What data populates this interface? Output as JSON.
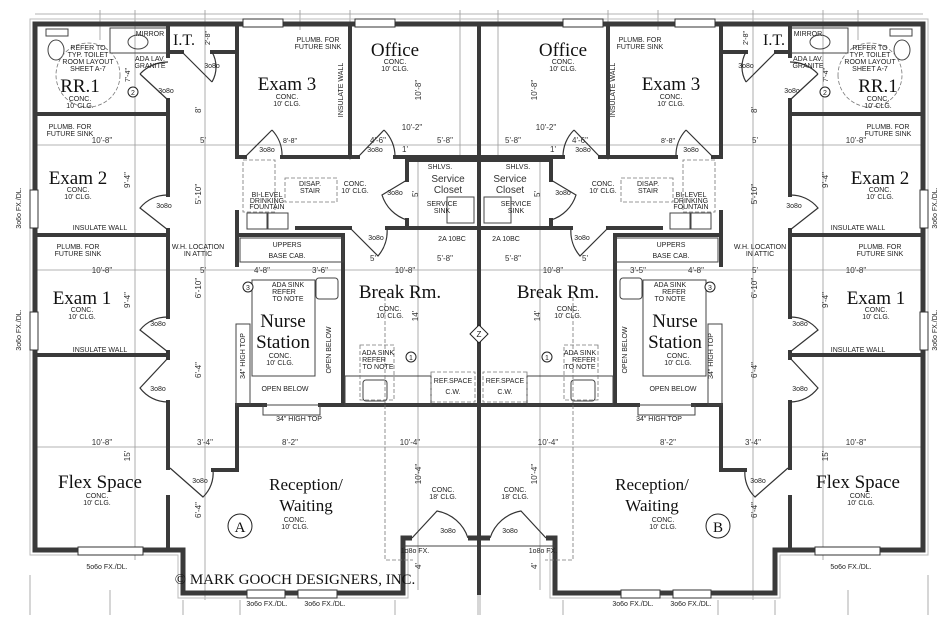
{
  "credit": "© MARK GOOCH DESIGNERS, INC.",
  "z_tag": "Z",
  "units": {
    "a": {
      "marker": "A",
      "door_label": "3o8o",
      "rr1": {
        "name": "RR.1",
        "finish": "CONC.",
        "ceiling": "10' CLG.",
        "note": [
          "REFER TO",
          "TYP. TOILET",
          "ROOM LAYOUT",
          "SHEET A-7"
        ],
        "mirror": "MIRROR",
        "lav": [
          "ADA LAV.",
          "GRANITE"
        ],
        "dim": "7'-4\"",
        "tag": "2"
      },
      "it": {
        "name": "I.T.",
        "dim": "2'-8\""
      },
      "exam3": {
        "name": "Exam 3",
        "finish": "CONC.",
        "ceiling": "10' CLG.",
        "plumb": [
          "PLUMB. FOR",
          "FUTURE SINK"
        ],
        "wall": "INSULATE WALL",
        "dim": "8'-8\""
      },
      "office": {
        "name": "Office",
        "finish": "CONC.",
        "ceiling": "10' CLG.",
        "dim_h": "10'-8\"",
        "dim_w": "10'-2\"",
        "dim_a": "4'-6\"",
        "dim_b": "5'-8\"",
        "dim_c": "1'"
      },
      "exam2": {
        "name": "Exam 2",
        "finish": "CONC.",
        "ceiling": "10' CLG.",
        "plumb": [
          "PLUMB. FOR",
          "FUTURE SINK"
        ],
        "wall": "INSULATE WALL",
        "dim_w": "10'-8\"",
        "dim_h": "9'-4\""
      },
      "exam1": {
        "name": "Exam 1",
        "finish": "CONC.",
        "ceiling": "10' CLG.",
        "plumb": [
          "PLUMB. FOR",
          "FUTURE SINK"
        ],
        "wall": "INSULATE WALL",
        "dim_w": "10'-8\"",
        "dim_h": "9'-4\""
      },
      "flex": {
        "name": "Flex Space",
        "finish": "CONC.",
        "ceiling": "10' CLG.",
        "dim_w": "10'-8\"",
        "dim_h": "15'",
        "window": "5o6o FX./DL."
      },
      "corridor": {
        "dim_8": "8'",
        "dim_5a": "5'",
        "dim_510": "5'-10\"",
        "dim_5b": "5'",
        "dim_610": "6'-10\"",
        "dim_64": "6'-4\"",
        "wh": [
          "W.H. LOCATION",
          "IN ATTIC"
        ],
        "finish": "CONC.",
        "ceiling": "10' CLG.",
        "stair": [
          "DISAP.",
          "STAIR"
        ],
        "fountain": [
          "BI-LEVEL",
          "DRINKING",
          "FOUNTAIN"
        ]
      },
      "closet": {
        "name": [
          "Service",
          "Closet"
        ],
        "shelves": "SHLVS.",
        "sink": [
          "SERVICE",
          "SINK"
        ],
        "dim": "5'",
        "extinguisher": "2A 10BC"
      },
      "break": {
        "name": "Break Rm.",
        "finish": "CONC.",
        "ceiling": "10' CLG.",
        "dim_h": "14'",
        "dim_w": "10'-8\"",
        "dim_a": "5'-8\"",
        "dim_b": "5'",
        "ada": [
          "ADA SINK",
          "REFER",
          "TO NOTE"
        ],
        "tag": "1",
        "ref": [
          "REF.SPACE",
          "C.W."
        ]
      },
      "nurse": {
        "name": [
          "Nurse",
          "Station"
        ],
        "finish": "CONC.",
        "ceiling": "10' CLG.",
        "uppers": "UPPERS",
        "base": "BASE CAB.",
        "dim_a": "4'-8\"",
        "dim_b": "3'-6\"",
        "ada": [
          "ADA SINK",
          "REFER",
          "TO NOTE"
        ],
        "tag": "3",
        "open_v": "OPEN BELOW",
        "open_h": "OPEN BELOW",
        "high_v": "34\" HIGH TOP",
        "high_h": "34\" HIGH TOP"
      },
      "reception": {
        "name": [
          "Reception/",
          "Waiting"
        ],
        "finish": "CONC.",
        "ceiling": "10' CLG.",
        "dim_34": "3'-4\"",
        "dim_82": "8'-2\"",
        "dim_104": "10'-4\"",
        "dim_h": "6'-4\""
      },
      "vestibule": {
        "finish": "CONC.",
        "ceiling": "18' CLG.",
        "dim_h": "10'-4\"",
        "window": "1o8o FX.",
        "dim_4": "4'"
      },
      "windows": {
        "side_1": "3o6o FX./DL.",
        "side_2": "3o6o FX./DL.",
        "front_1": "3o6o FX./DL.",
        "front_2": "3o6o FX./DL."
      }
    },
    "b": {
      "marker": "B",
      "door_label": "3o8o",
      "rr1": {
        "name": "RR.1",
        "finish": "CONC.",
        "ceiling": "10' CLG.",
        "note": [
          "REFER TO",
          "TYP. TOILET",
          "ROOM LAYOUT",
          "SHEET A-7"
        ],
        "mirror": "MIRROR",
        "lav": [
          "ADA LAV.",
          "GRANITE"
        ],
        "dim": "7'-4\"",
        "tag": "2"
      },
      "it": {
        "name": "I.T.",
        "dim": "2'-8\""
      },
      "exam3": {
        "name": "Exam 3",
        "finish": "CONC.",
        "ceiling": "10' CLG.",
        "plumb": [
          "PLUMB. FOR",
          "FUTURE SINK"
        ],
        "wall": "INSULATE WALL",
        "dim": "8'-8\""
      },
      "office": {
        "name": "Office",
        "finish": "CONC.",
        "ceiling": "10' CLG.",
        "dim_h": "10'-8\"",
        "dim_w": "10'-2\"",
        "dim_a": "4'-6\"",
        "dim_b": "5'-8\"",
        "dim_c": "1'"
      },
      "exam2": {
        "name": "Exam 2",
        "finish": "CONC.",
        "ceiling": "10' CLG.",
        "plumb": [
          "PLUMB. FOR",
          "FUTURE SINK"
        ],
        "wall": "INSULATE WALL",
        "dim_w": "10'-8\"",
        "dim_h": "9'-4\""
      },
      "exam1": {
        "name": "Exam 1",
        "finish": "CONC.",
        "ceiling": "10' CLG.",
        "plumb": [
          "PLUMB. FOR",
          "FUTURE SINK"
        ],
        "wall": "INSULATE WALL",
        "dim_w": "10'-8\"",
        "dim_h": "9'-4\""
      },
      "flex": {
        "name": "Flex Space",
        "finish": "CONC.",
        "ceiling": "10' CLG.",
        "dim_w": "10'-8\"",
        "dim_h": "15'",
        "window": "5o6o FX./DL."
      },
      "corridor": {
        "dim_8": "8'",
        "dim_5a": "5'",
        "dim_510": "5'-10\"",
        "dim_5b": "5'",
        "dim_610": "6'-10\"",
        "dim_64": "6'-4\"",
        "wh": [
          "W.H. LOCATION",
          "IN ATTIC"
        ],
        "finish": "CONC.",
        "ceiling": "10' CLG.",
        "stair": [
          "DISAP.",
          "STAIR"
        ],
        "fountain": [
          "BI-LEVEL",
          "DRINKING",
          "FOUNTAIN"
        ]
      },
      "closet": {
        "name": [
          "Service",
          "Closet"
        ],
        "shelves": "SHLVS.",
        "sink": [
          "SERVICE",
          "SINK"
        ],
        "dim": "5'",
        "extinguisher": "2A 10BC"
      },
      "break": {
        "name": "Break Rm.",
        "finish": "CONC.",
        "ceiling": "10' CLG.",
        "dim_h": "14'",
        "dim_w": "10'-8\"",
        "dim_a": "5'-8\"",
        "dim_b": "5'",
        "ada": [
          "ADA SINK",
          "REFER",
          "TO NOTE"
        ],
        "tag": "1",
        "ref": [
          "REF.SPACE",
          "C.W."
        ]
      },
      "nurse": {
        "name": [
          "Nurse",
          "Station"
        ],
        "finish": "CONC.",
        "ceiling": "10' CLG.",
        "uppers": "UPPERS",
        "base": "BASE CAB.",
        "dim_a": "4'-8\"",
        "dim_b": "3'-5\"",
        "ada": [
          "ADA SINK",
          "REFER",
          "TO NOTE"
        ],
        "tag": "3",
        "open_v": "OPEN BELOW",
        "open_h": "OPEN BELOW",
        "high_v": "34\" HIGH TOP",
        "high_h": "34\" HIGH TOP"
      },
      "reception": {
        "name": [
          "Reception/",
          "Waiting"
        ],
        "finish": "CONC.",
        "ceiling": "10' CLG.",
        "dim_34": "3'-4\"",
        "dim_82": "8'-2\"",
        "dim_104": "10'-4\"",
        "dim_h": "6'-4\""
      },
      "vestibule": {
        "finish": "CONC.",
        "ceiling": "18' CLG.",
        "dim_h": "10'-4\"",
        "window": "1o8o FX.",
        "dim_4": "4'"
      },
      "windows": {
        "side_1": "3o6o FX./DL.",
        "side_2": "3o6o FX./DL.",
        "front_1": "3o6o FX./DL.",
        "front_2": "3o6o FX./DL."
      }
    }
  }
}
